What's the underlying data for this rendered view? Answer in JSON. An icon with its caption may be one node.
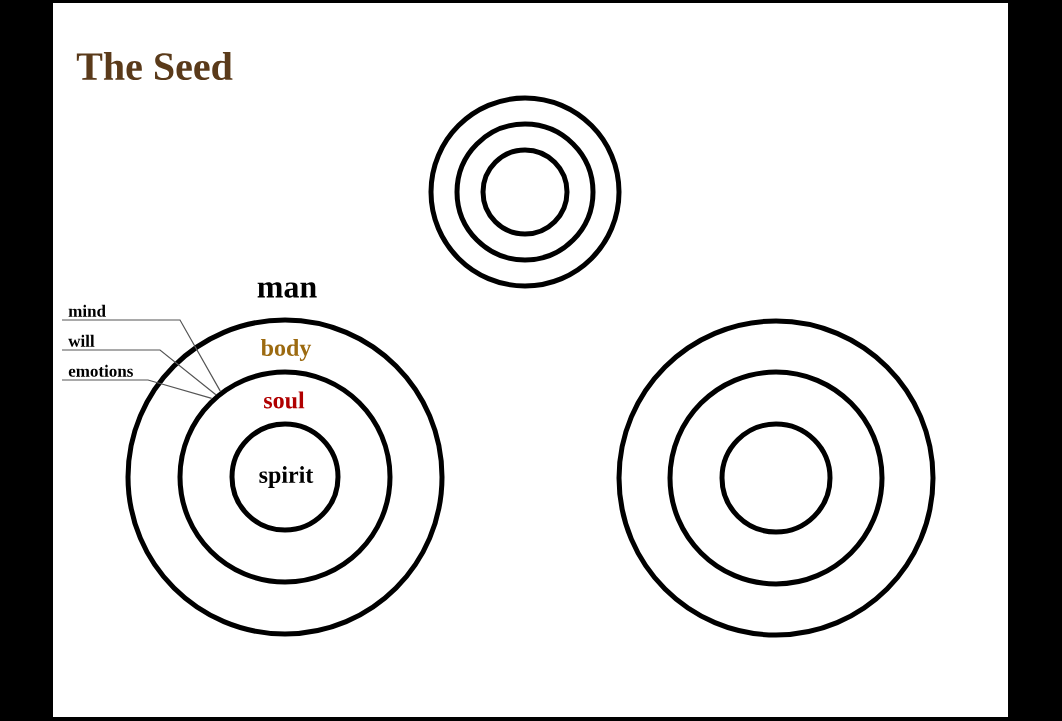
{
  "diagram": {
    "title": "The Seed",
    "nodes": [
      {
        "text": [
          "man",
          "body"
        ]
      },
      {
        "text": [
          "soul"
        ],
        "in": 0
      },
      {
        "text": [
          "spirit"
        ],
        "in": 1
      },
      {
        "text": [],
        "shape": "circle"
      },
      {
        "text": [],
        "shape": "circle",
        "in": 3
      },
      {
        "text": [],
        "shape": "circle",
        "in": 4
      },
      {
        "text": [],
        "shape": "circle"
      },
      {
        "text": [],
        "shape": "circle",
        "in": 6
      },
      {
        "text": [],
        "shape": "circle",
        "in": 7
      },
      {
        "text": [
          "mind"
        ]
      },
      {
        "text": [
          "will"
        ]
      },
      {
        "text": [
          "emotions"
        ]
      }
    ],
    "edges": [
      {
        "from": 9,
        "to": 1,
        "arrow": "none"
      },
      {
        "from": 10,
        "to": 1,
        "arrow": "none"
      },
      {
        "from": 11,
        "to": 1,
        "arrow": "none"
      }
    ]
  }
}
